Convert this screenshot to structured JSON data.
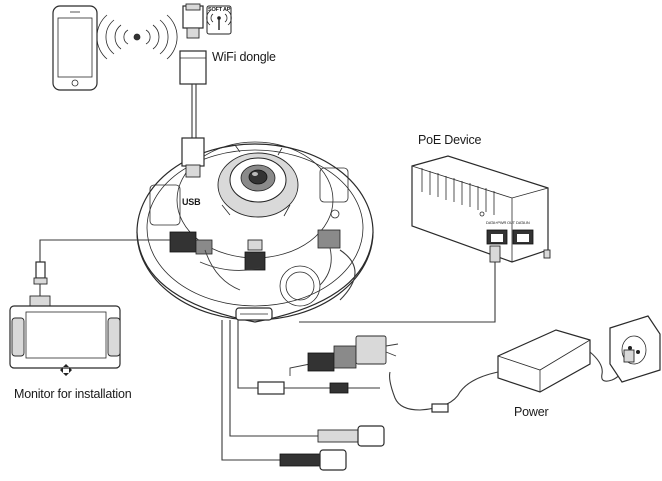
{
  "labels": {
    "wifi_dongle": "WiFi dongle",
    "soft_ap": "SOFT AP",
    "usb": "USB",
    "poe_device": "PoE Device",
    "monitor": "Monitor for installation",
    "power": "Power",
    "port_out": "DATA+PWR OUT",
    "port_in": "DATA IN"
  },
  "icons": [
    "smartphone-icon",
    "wifi-waves-icon",
    "usb-dongle-icon",
    "soft-ap-badge-icon"
  ]
}
